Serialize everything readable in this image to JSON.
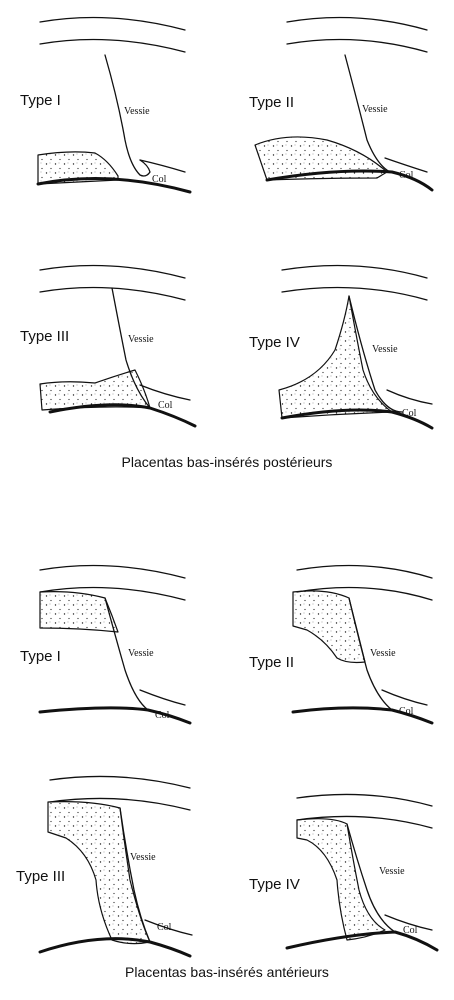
{
  "sections": [
    {
      "caption": "Placentas bas-insérés postérieurs",
      "panels": [
        {
          "type": "Type I",
          "vessie": "Vessie",
          "col": "Col"
        },
        {
          "type": "Type II",
          "vessie": "Vessie",
          "col": "Col"
        },
        {
          "type": "Type III",
          "vessie": "Vessie",
          "col": "Col"
        },
        {
          "type": "Type IV",
          "vessie": "Vessie",
          "col": "Col"
        }
      ]
    },
    {
      "caption": "Placentas bas-insérés antérieurs",
      "panels": [
        {
          "type": "Type I",
          "vessie": "Vessie",
          "col": "Col"
        },
        {
          "type": "Type II",
          "vessie": "Vessie",
          "col": "Col"
        },
        {
          "type": "Type III",
          "vessie": "Vessie",
          "col": "Col"
        },
        {
          "type": "Type IV",
          "vessie": "Vessie",
          "col": "Col"
        }
      ]
    }
  ]
}
